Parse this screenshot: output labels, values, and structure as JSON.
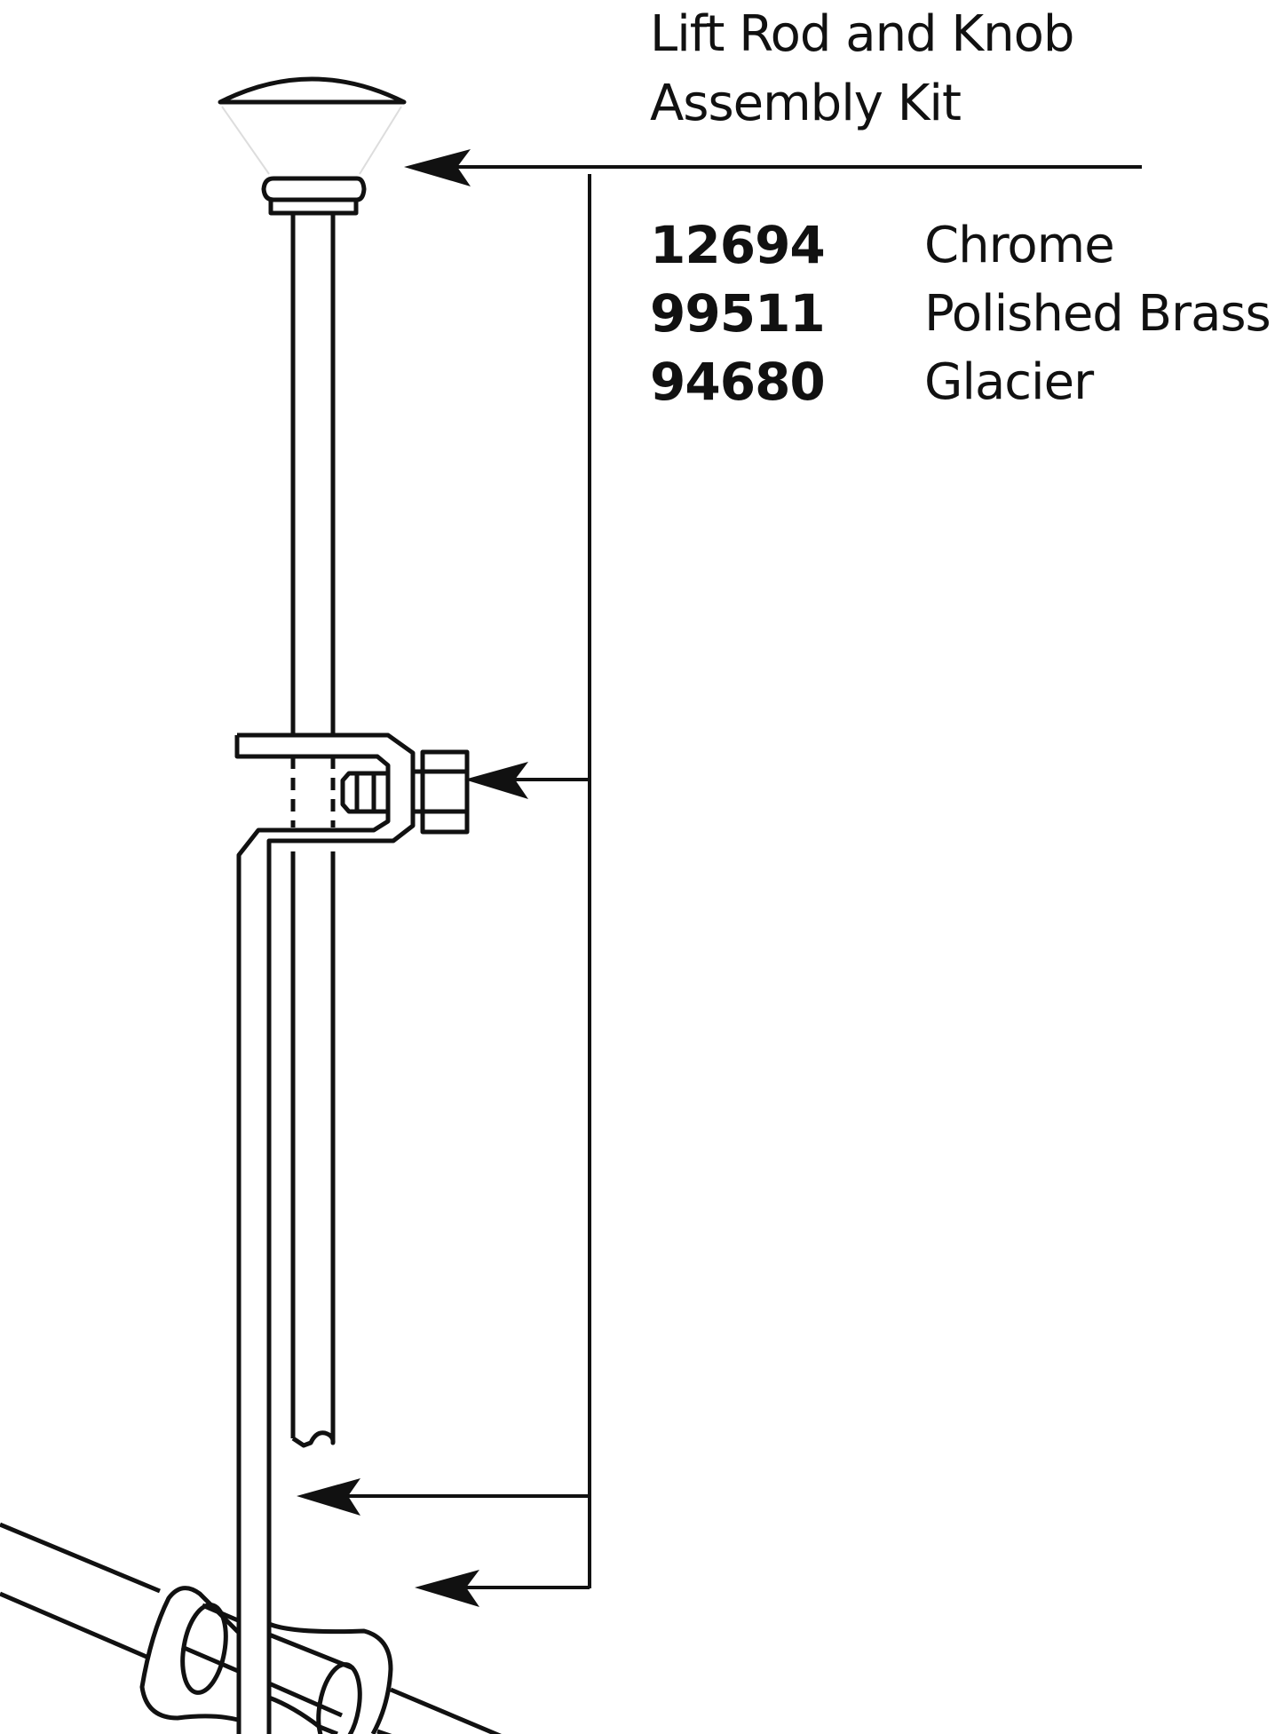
{
  "title": {
    "line1": "Lift Rod and Knob",
    "line2": "Assembly Kit"
  },
  "parts": [
    {
      "number": "12694",
      "finish": "Chrome"
    },
    {
      "number": "99511",
      "finish": "Polished Brass"
    },
    {
      "number": "94680",
      "finish": "Glacier"
    }
  ],
  "colors": {
    "line": "#111111",
    "background": "#ffffff"
  },
  "callouts": [
    {
      "target": "knob",
      "icon": "arrow-left-icon"
    },
    {
      "target": "clevis-nut",
      "icon": "arrow-left-icon"
    },
    {
      "target": "lift-rod-lower",
      "icon": "arrow-left-icon"
    },
    {
      "target": "pivot-rod-clip",
      "icon": "arrow-left-icon"
    }
  ]
}
